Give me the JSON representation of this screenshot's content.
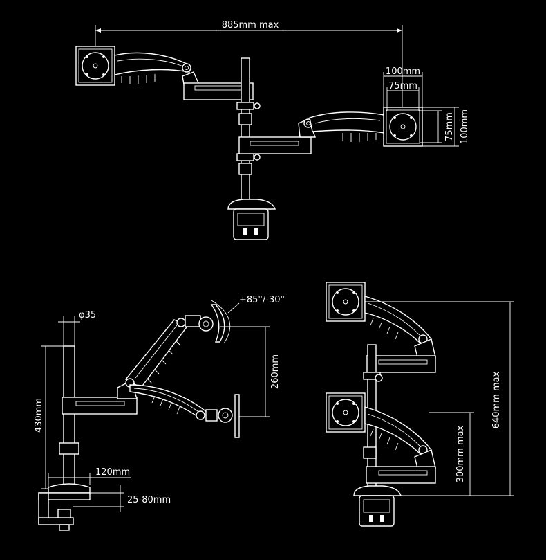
{
  "top_view": {
    "reach_label": "885mm max",
    "vesa_outer_label_h": "100mm",
    "vesa_inner_label_h": "75mm",
    "vesa_inner_label_v": "75mm",
    "vesa_outer_label_v": "100mm"
  },
  "side_view": {
    "pole_diameter_label": "φ35",
    "pole_height_label": "430mm",
    "tilt_label": "+85°/-30°",
    "vertical_travel_label": "260mm",
    "clamp_offset_label": "120mm",
    "desk_thickness_label": "25-80mm"
  },
  "stacked_view": {
    "total_height_label": "640mm max",
    "lower_height_label": "300mm max"
  }
}
